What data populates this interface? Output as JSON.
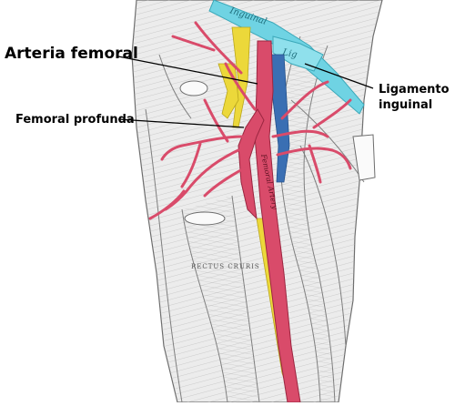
{
  "labels": {
    "arteria_femoral": "Arteria femoral",
    "femoral_profunda": "Femoral profunda",
    "ligamento_inguinal": "Ligamento inguinal"
  },
  "engraving_text": {
    "inguinal_ligament_a": "Inguinal",
    "inguinal_ligament_b": "Lig",
    "femoral_artery": "Femoral Artery",
    "rectus_cruris": "RECTUS CRURIS"
  },
  "colors": {
    "artery": "#d94b6a",
    "vein": "#3a6fb3",
    "nerve": "#ecd83a",
    "ligament": "#6fd3e3",
    "muscle_line": "#8d8d8d",
    "background": "#ffffff"
  }
}
